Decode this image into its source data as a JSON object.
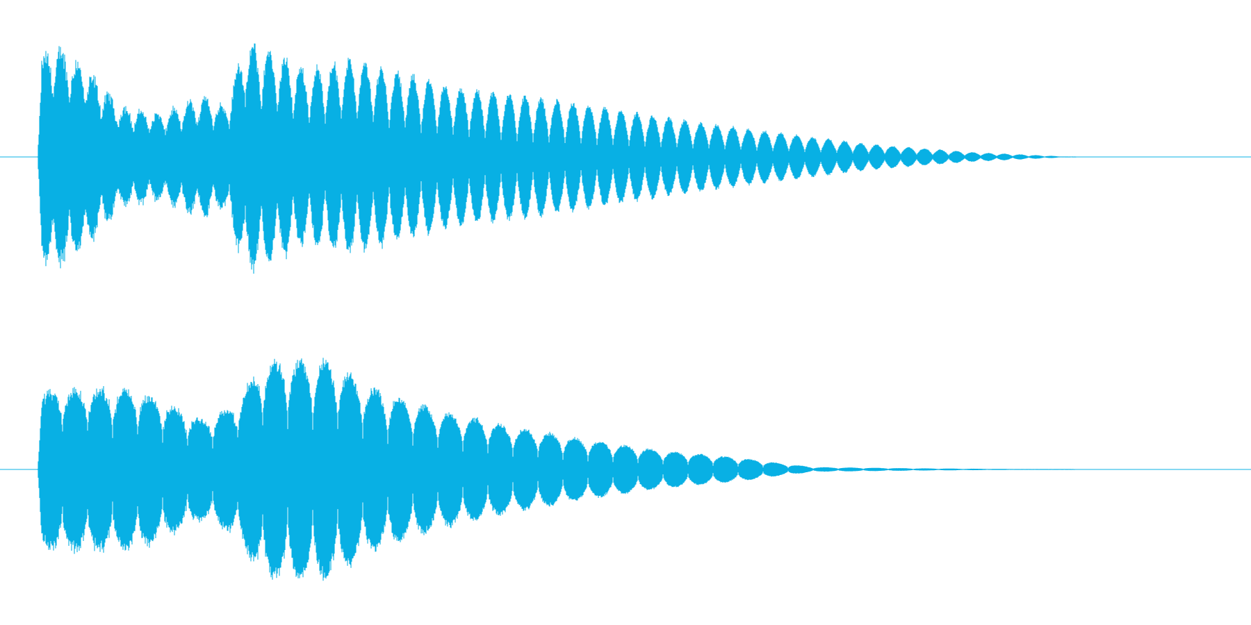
{
  "waveform": {
    "color": "#08b0e4",
    "channels": [
      {
        "id": "top",
        "envelope": [
          [
            0.0,
            0.0
          ],
          [
            0.004,
            0.9
          ],
          [
            0.02,
            0.98
          ],
          [
            0.04,
            0.85
          ],
          [
            0.08,
            0.45
          ],
          [
            0.12,
            0.38
          ],
          [
            0.16,
            0.55
          ],
          [
            0.18,
            0.45
          ],
          [
            0.2,
            1.0
          ],
          [
            0.22,
            0.95
          ],
          [
            0.26,
            0.75
          ],
          [
            0.3,
            0.85
          ],
          [
            0.34,
            0.75
          ],
          [
            0.4,
            0.6
          ],
          [
            0.5,
            0.48
          ],
          [
            0.6,
            0.34
          ],
          [
            0.7,
            0.22
          ],
          [
            0.8,
            0.11
          ],
          [
            0.9,
            0.04
          ],
          [
            1.0,
            0.0
          ]
        ]
      },
      {
        "id": "bottom",
        "envelope": [
          [
            0.0,
            0.0
          ],
          [
            0.004,
            0.72
          ],
          [
            0.05,
            0.75
          ],
          [
            0.1,
            0.72
          ],
          [
            0.16,
            0.45
          ],
          [
            0.19,
            0.6
          ],
          [
            0.22,
            1.0
          ],
          [
            0.28,
            0.98
          ],
          [
            0.32,
            0.75
          ],
          [
            0.38,
            0.55
          ],
          [
            0.45,
            0.4
          ],
          [
            0.52,
            0.28
          ],
          [
            0.6,
            0.17
          ],
          [
            0.68,
            0.1
          ],
          [
            0.72,
            0.05
          ],
          [
            0.75,
            0.02
          ],
          [
            0.85,
            0.01
          ],
          [
            1.0,
            0.0
          ]
        ]
      }
    ]
  }
}
